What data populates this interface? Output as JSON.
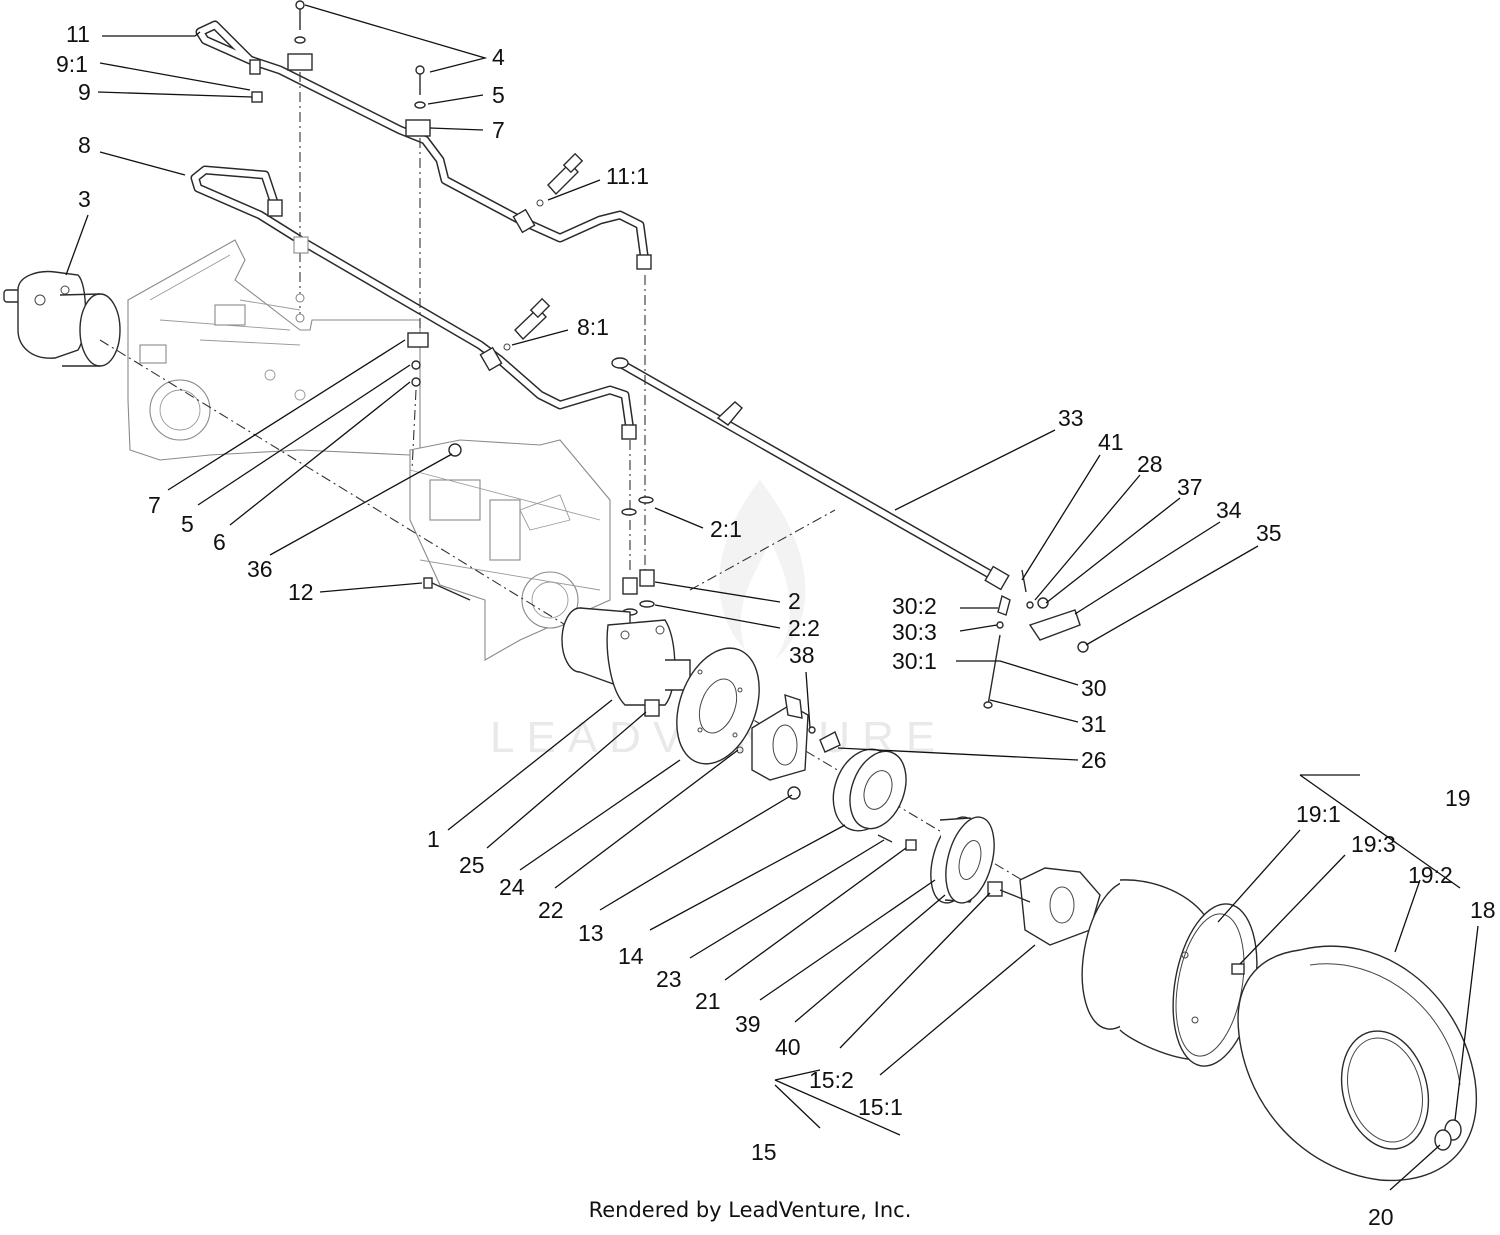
{
  "labels": [
    {
      "id": "11",
      "text": "11"
    },
    {
      "id": "9-1",
      "text": "9:1"
    },
    {
      "id": "9",
      "text": "9"
    },
    {
      "id": "4",
      "text": "4"
    },
    {
      "id": "5-top",
      "text": "5"
    },
    {
      "id": "7-top",
      "text": "7"
    },
    {
      "id": "8",
      "text": "8"
    },
    {
      "id": "11-1",
      "text": "11:1"
    },
    {
      "id": "3",
      "text": "3"
    },
    {
      "id": "8-1",
      "text": "8:1"
    },
    {
      "id": "33",
      "text": "33"
    },
    {
      "id": "41",
      "text": "41"
    },
    {
      "id": "28",
      "text": "28"
    },
    {
      "id": "37",
      "text": "37"
    },
    {
      "id": "34",
      "text": "34"
    },
    {
      "id": "35",
      "text": "35"
    },
    {
      "id": "7-mid",
      "text": "7"
    },
    {
      "id": "5-mid",
      "text": "5"
    },
    {
      "id": "6",
      "text": "6"
    },
    {
      "id": "2-1",
      "text": "2:1"
    },
    {
      "id": "36",
      "text": "36"
    },
    {
      "id": "12",
      "text": "12"
    },
    {
      "id": "2",
      "text": "2"
    },
    {
      "id": "2-2",
      "text": "2:2"
    },
    {
      "id": "30-2",
      "text": "30:2"
    },
    {
      "id": "30-3",
      "text": "30:3"
    },
    {
      "id": "38",
      "text": "38"
    },
    {
      "id": "30-1",
      "text": "30:1"
    },
    {
      "id": "30",
      "text": "30"
    },
    {
      "id": "31",
      "text": "31"
    },
    {
      "id": "26",
      "text": "26"
    },
    {
      "id": "19",
      "text": "19"
    },
    {
      "id": "19-1",
      "text": "19:1"
    },
    {
      "id": "19-3",
      "text": "19:3"
    },
    {
      "id": "1",
      "text": "1"
    },
    {
      "id": "25",
      "text": "25"
    },
    {
      "id": "24",
      "text": "24"
    },
    {
      "id": "19-2",
      "text": "19:2"
    },
    {
      "id": "22",
      "text": "22"
    },
    {
      "id": "18",
      "text": "18"
    },
    {
      "id": "13",
      "text": "13"
    },
    {
      "id": "14",
      "text": "14"
    },
    {
      "id": "23",
      "text": "23"
    },
    {
      "id": "21",
      "text": "21"
    },
    {
      "id": "39",
      "text": "39"
    },
    {
      "id": "40",
      "text": "40"
    },
    {
      "id": "15-2",
      "text": "15:2"
    },
    {
      "id": "15-1",
      "text": "15:1"
    },
    {
      "id": "15",
      "text": "15"
    },
    {
      "id": "20",
      "text": "20"
    }
  ],
  "footer": "Rendered by LeadVenture, Inc.",
  "watermark": "LEADVENTURE"
}
